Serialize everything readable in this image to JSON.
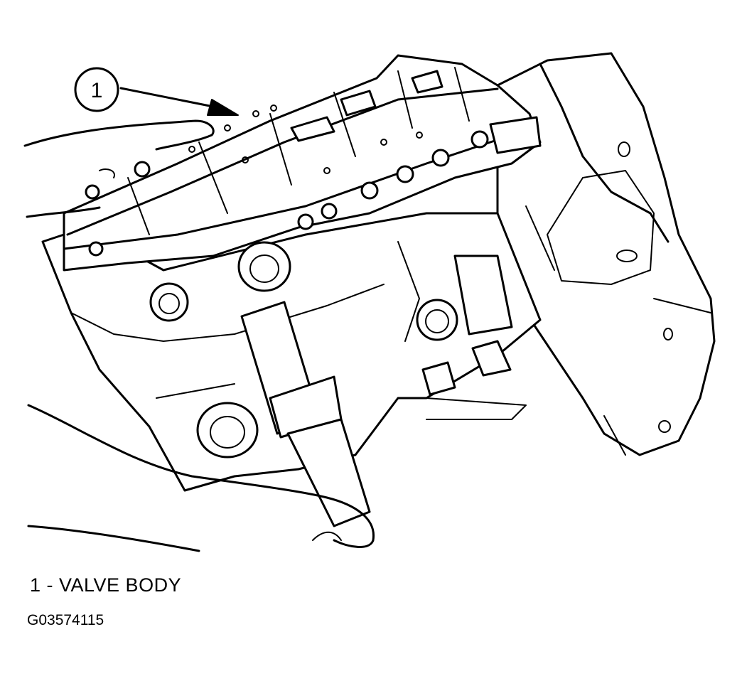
{
  "callout": {
    "number": "1"
  },
  "legend": {
    "items": [
      {
        "text": "1 - VALVE BODY"
      }
    ]
  },
  "figure": {
    "id": "G03574115"
  },
  "colors": {
    "ink": "#000000",
    "paper": "#ffffff"
  }
}
